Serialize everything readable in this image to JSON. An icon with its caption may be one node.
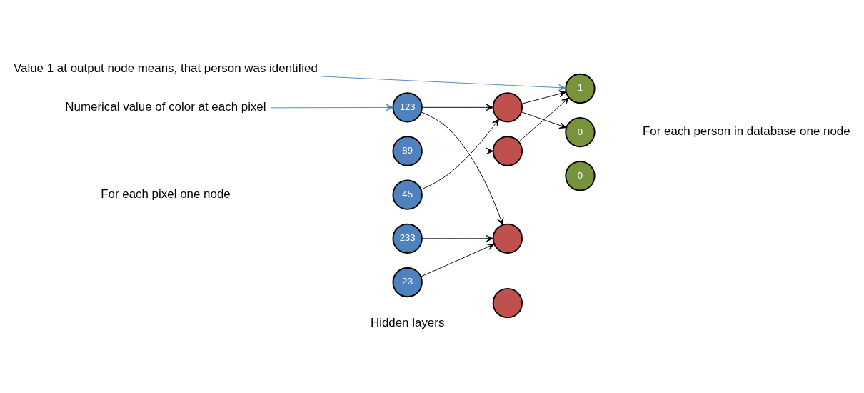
{
  "diagram": {
    "nodes": [
      {
        "text": [
          "Numerical value of color at each pixel"
        ]
      },
      {
        "text": [
          "123"
        ]
      },
      {
        "text": [
          "89"
        ]
      },
      {
        "text": [
          "45"
        ]
      },
      {
        "text": [
          "233"
        ]
      },
      {
        "text": [
          "23"
        ]
      },
      {
        "text": [],
        "shape": "circle"
      },
      {
        "text": [],
        "shape": "circle"
      },
      {
        "text": [],
        "shape": "circle"
      },
      {
        "text": [],
        "shape": "circle"
      },
      {
        "text": [
          "Value 1 at output node means, that person was identified"
        ]
      },
      {
        "text": [
          "1"
        ]
      },
      {
        "text": [
          "0"
        ]
      },
      {
        "text": [
          "0"
        ]
      }
    ],
    "edges": [
      {
        "from": 0,
        "to": 1,
        "arrow": "to",
        "color": "#4f81bd"
      },
      {
        "from": 1,
        "to": 6,
        "arrow": "to"
      },
      {
        "from": 1,
        "to": 8,
        "arrow": "to"
      },
      {
        "from": 2,
        "to": 7,
        "arrow": "to"
      },
      {
        "from": 3,
        "to": 6,
        "arrow": "to"
      },
      {
        "from": 4,
        "to": 8,
        "arrow": "to"
      },
      {
        "from": 5,
        "to": 8,
        "arrow": "to"
      },
      {
        "from": 6,
        "to": 11,
        "arrow": "to"
      },
      {
        "from": 6,
        "to": 12,
        "arrow": "to"
      },
      {
        "from": 7,
        "to": 11,
        "arrow": "to"
      },
      {
        "from": 10,
        "to": 11,
        "arrow": "to",
        "color": "#4f81bd"
      }
    ],
    "labels": [
      "Hidden layers",
      "For each pixel one node",
      "For each person in database one node"
    ]
  }
}
